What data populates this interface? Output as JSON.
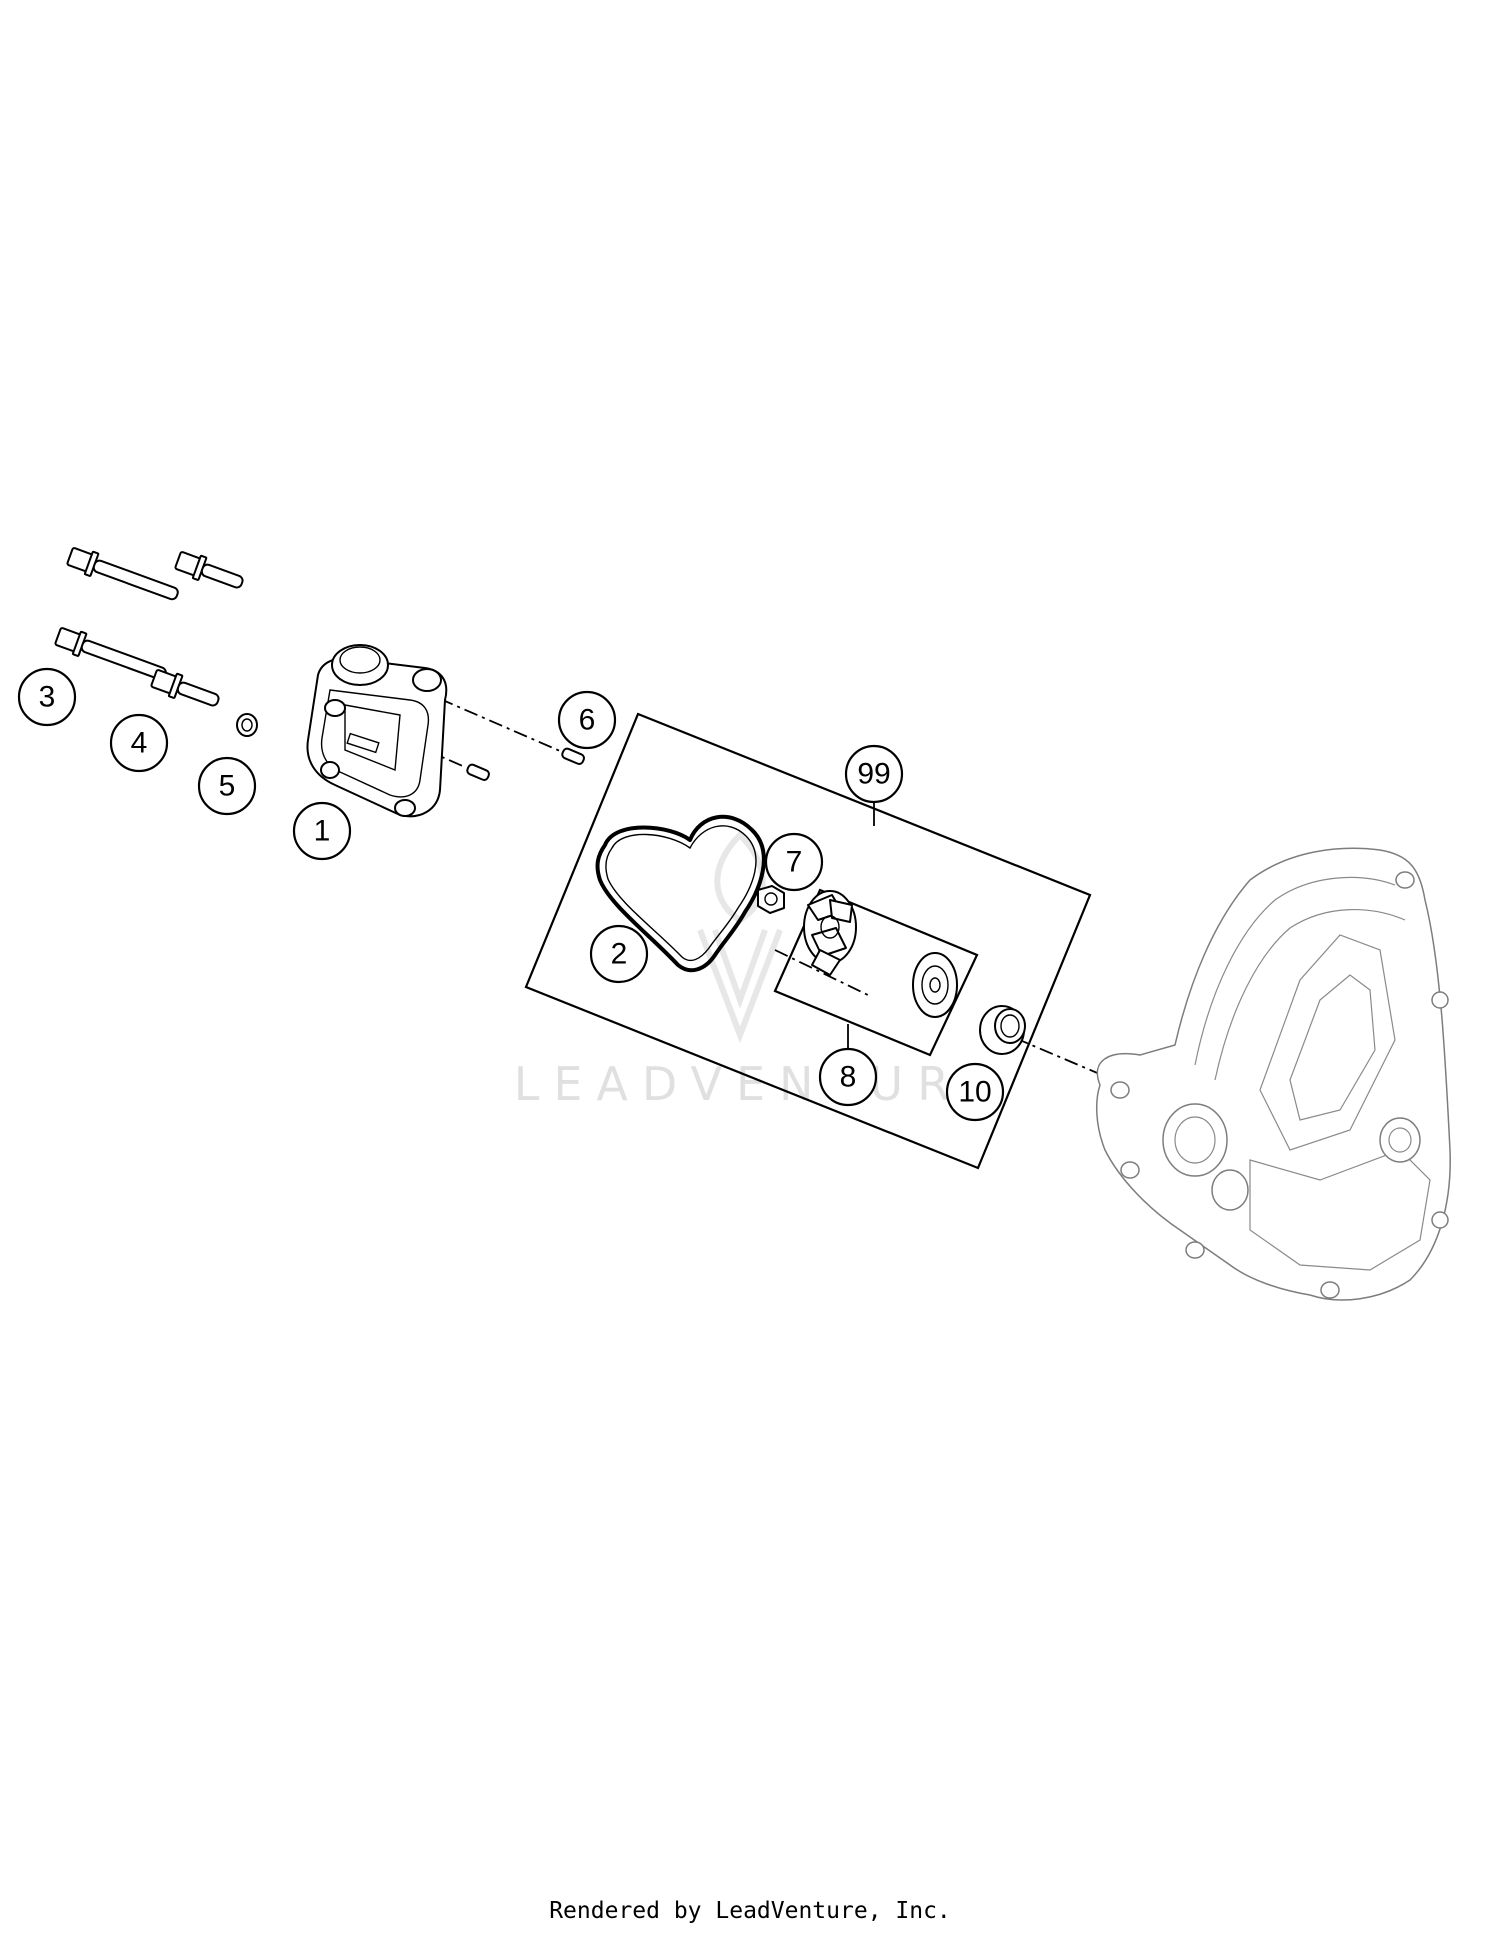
{
  "callouts": {
    "c1": "1",
    "c2": "2",
    "c3": "3",
    "c4": "4",
    "c5": "5",
    "c6": "6",
    "c7": "7",
    "c8": "8",
    "c10": "10",
    "c99": "99"
  },
  "watermark": "LEADVENTURE",
  "footer": "Rendered by LeadVenture, Inc."
}
